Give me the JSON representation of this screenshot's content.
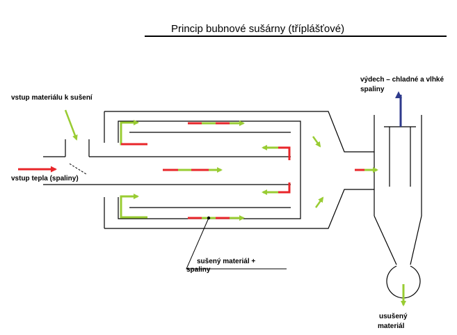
{
  "title": "Princip bubnové sušárny (tříplášťové)",
  "labels": {
    "material_in": "vstup materiálu k sušení",
    "heat_in": "vstup tepla (spaliny)",
    "exhaust_line1": "výdech – chladné a vlhké",
    "exhaust_line2": "spaliny",
    "mixture_line1": "sušený materiál +",
    "mixture_line2": "spaliny",
    "product_line1": "usušený",
    "product_line2": "materiál"
  },
  "colors": {
    "line": "#000000",
    "hot_gas": "#e8262a",
    "material": "#99cc33",
    "exhaust": "#2e3a8c"
  }
}
